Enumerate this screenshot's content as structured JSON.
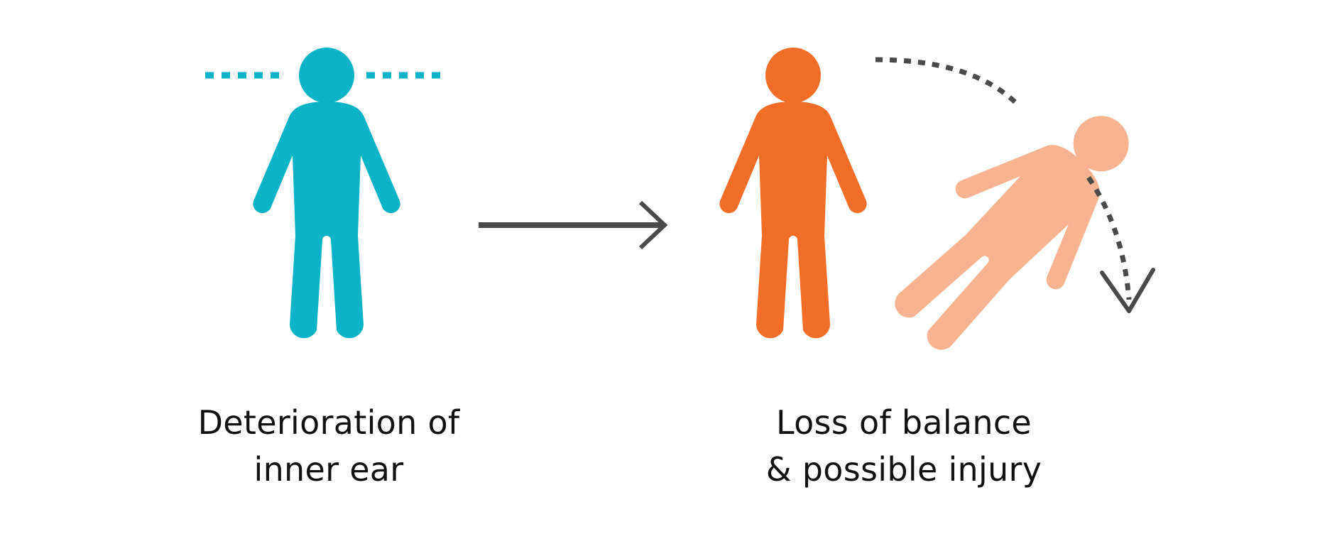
{
  "colors": {
    "healthy": "#0ab3c7",
    "unbalanced": "#f26e28",
    "falling": "#f8b491",
    "arrow": "#4a4a4a",
    "text": "#111111"
  },
  "icons": {
    "standing_person": "standing-person-icon",
    "falling_person": "falling-person-icon",
    "arrow": "right-arrow-icon",
    "fall_path": "curved-dotted-arrow-icon",
    "balance_line": "dotted-level-line"
  },
  "captions": {
    "left": {
      "line1": "Deterioration of",
      "line2": "inner ear"
    },
    "right": {
      "line1": "Loss of balance",
      "line2": "& possible injury"
    }
  }
}
